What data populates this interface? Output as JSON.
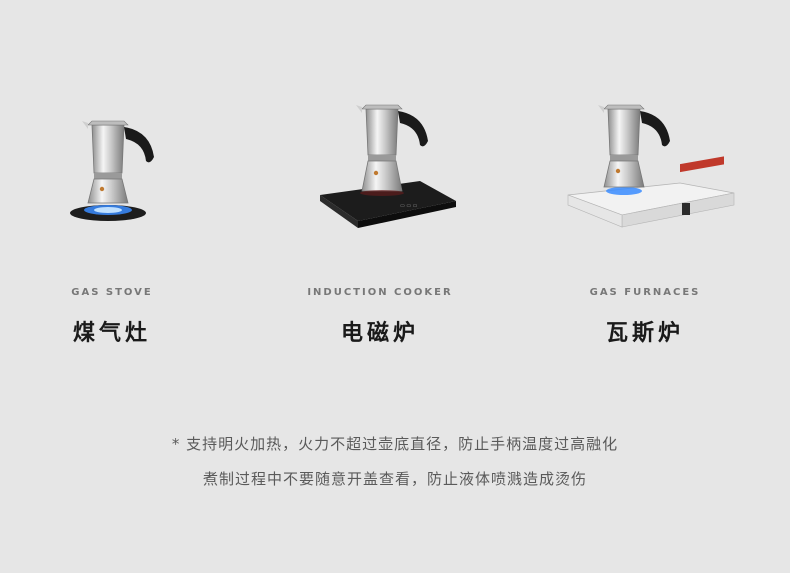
{
  "items": [
    {
      "en": "GAS STOVE",
      "cn": "煤气灶",
      "icon": "moka-pot-on-gas-stove-icon"
    },
    {
      "en": "INDUCTION COOKER",
      "cn": "电磁炉",
      "icon": "moka-pot-on-induction-cooker-icon"
    },
    {
      "en": "GAS FURNACES",
      "cn": "瓦斯炉",
      "icon": "moka-pot-on-gas-furnace-icon"
    }
  ],
  "notes": {
    "line1": "* 支持明火加热，火力不超过壶底直径，防止手柄温度过高融化",
    "line2": "煮制过程中不要随意开盖查看，防止液体喷溅造成烫伤"
  },
  "colors": {
    "background": "#e6e6e6",
    "flame": "#3a8cff",
    "steel": "#c8c8c8"
  }
}
